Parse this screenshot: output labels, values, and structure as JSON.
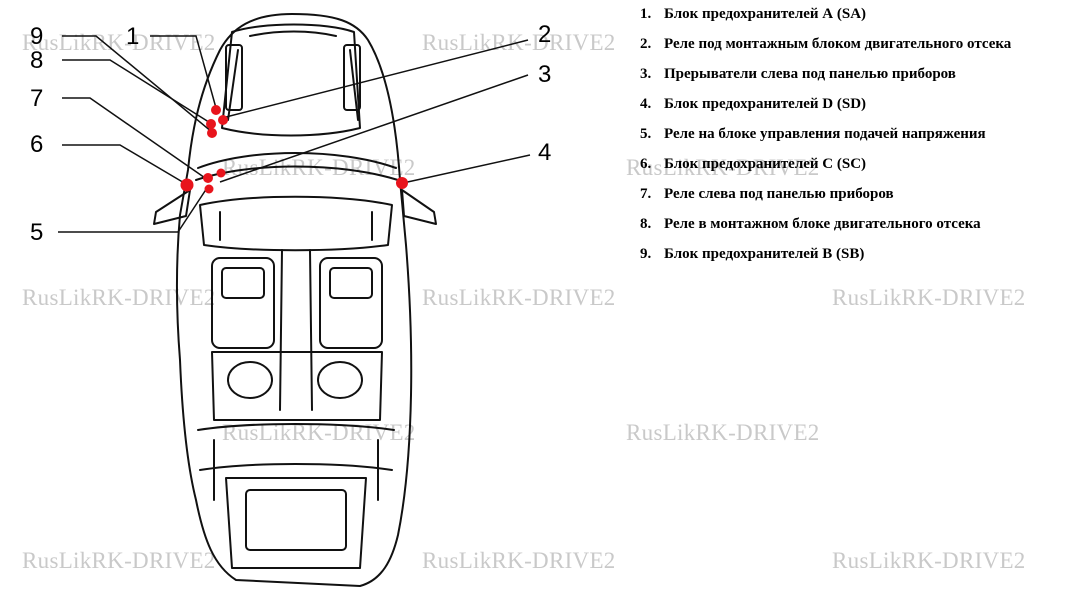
{
  "watermark_text": "RusLikRK-DRIVE2",
  "callout_numbers": [
    "1",
    "2",
    "3",
    "4",
    "5",
    "6",
    "7",
    "8",
    "9"
  ],
  "legend": [
    {
      "num": "1.",
      "text": "Блок предохранителей А (SA)"
    },
    {
      "num": "2.",
      "text": "Реле под монтажным блоком двигательного отсека"
    },
    {
      "num": "3.",
      "text": "Прерыватели слева под панелью приборов"
    },
    {
      "num": "4.",
      "text": "Блок предохранителей D (SD)"
    },
    {
      "num": "5.",
      "text": "Реле на блоке управления подачей напряжения"
    },
    {
      "num": "6.",
      "text": "Блок предохранителей С (SC)"
    },
    {
      "num": "7.",
      "text": "Реле слева под панелью приборов"
    },
    {
      "num": "8.",
      "text": "Реле в монтажном блоке двигательного отсека"
    },
    {
      "num": "9.",
      "text": "Блок предохранителей В (SB)"
    }
  ],
  "colors": {
    "marker": "#e8141c",
    "line": "#111111",
    "watermark": "#c9c9c9"
  }
}
